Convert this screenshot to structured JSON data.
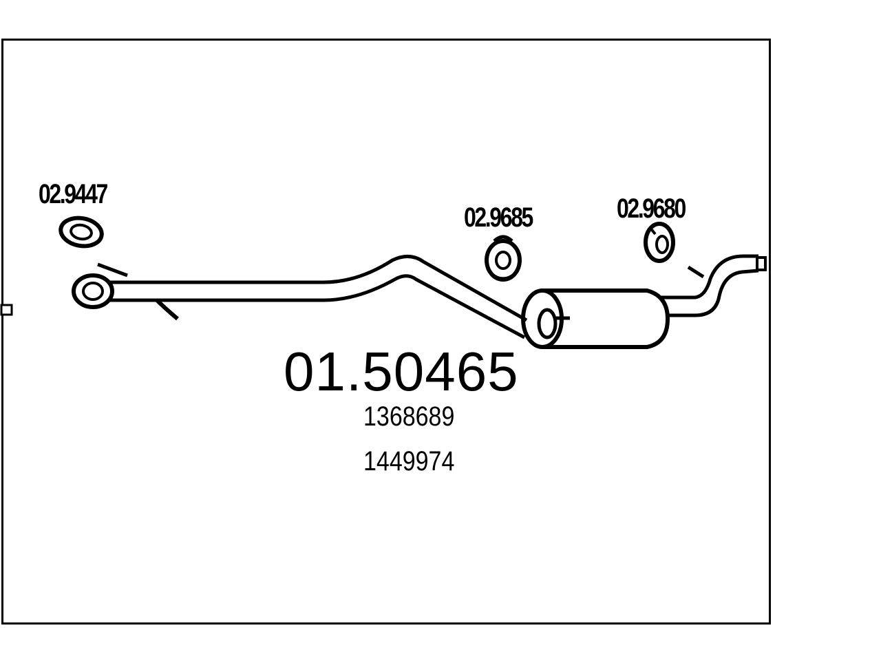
{
  "diagram": {
    "main_part_number": "01.50465",
    "oe_references": [
      "1368689",
      "1449974"
    ],
    "accessory_parts": [
      {
        "code": "02.9447",
        "icon": "gasket-icon"
      },
      {
        "code": "02.9685",
        "icon": "rubber-hanger-icon"
      },
      {
        "code": "02.9680",
        "icon": "rubber-mount-icon"
      }
    ],
    "colors": {
      "line": "#000000",
      "background": "#ffffff"
    }
  }
}
